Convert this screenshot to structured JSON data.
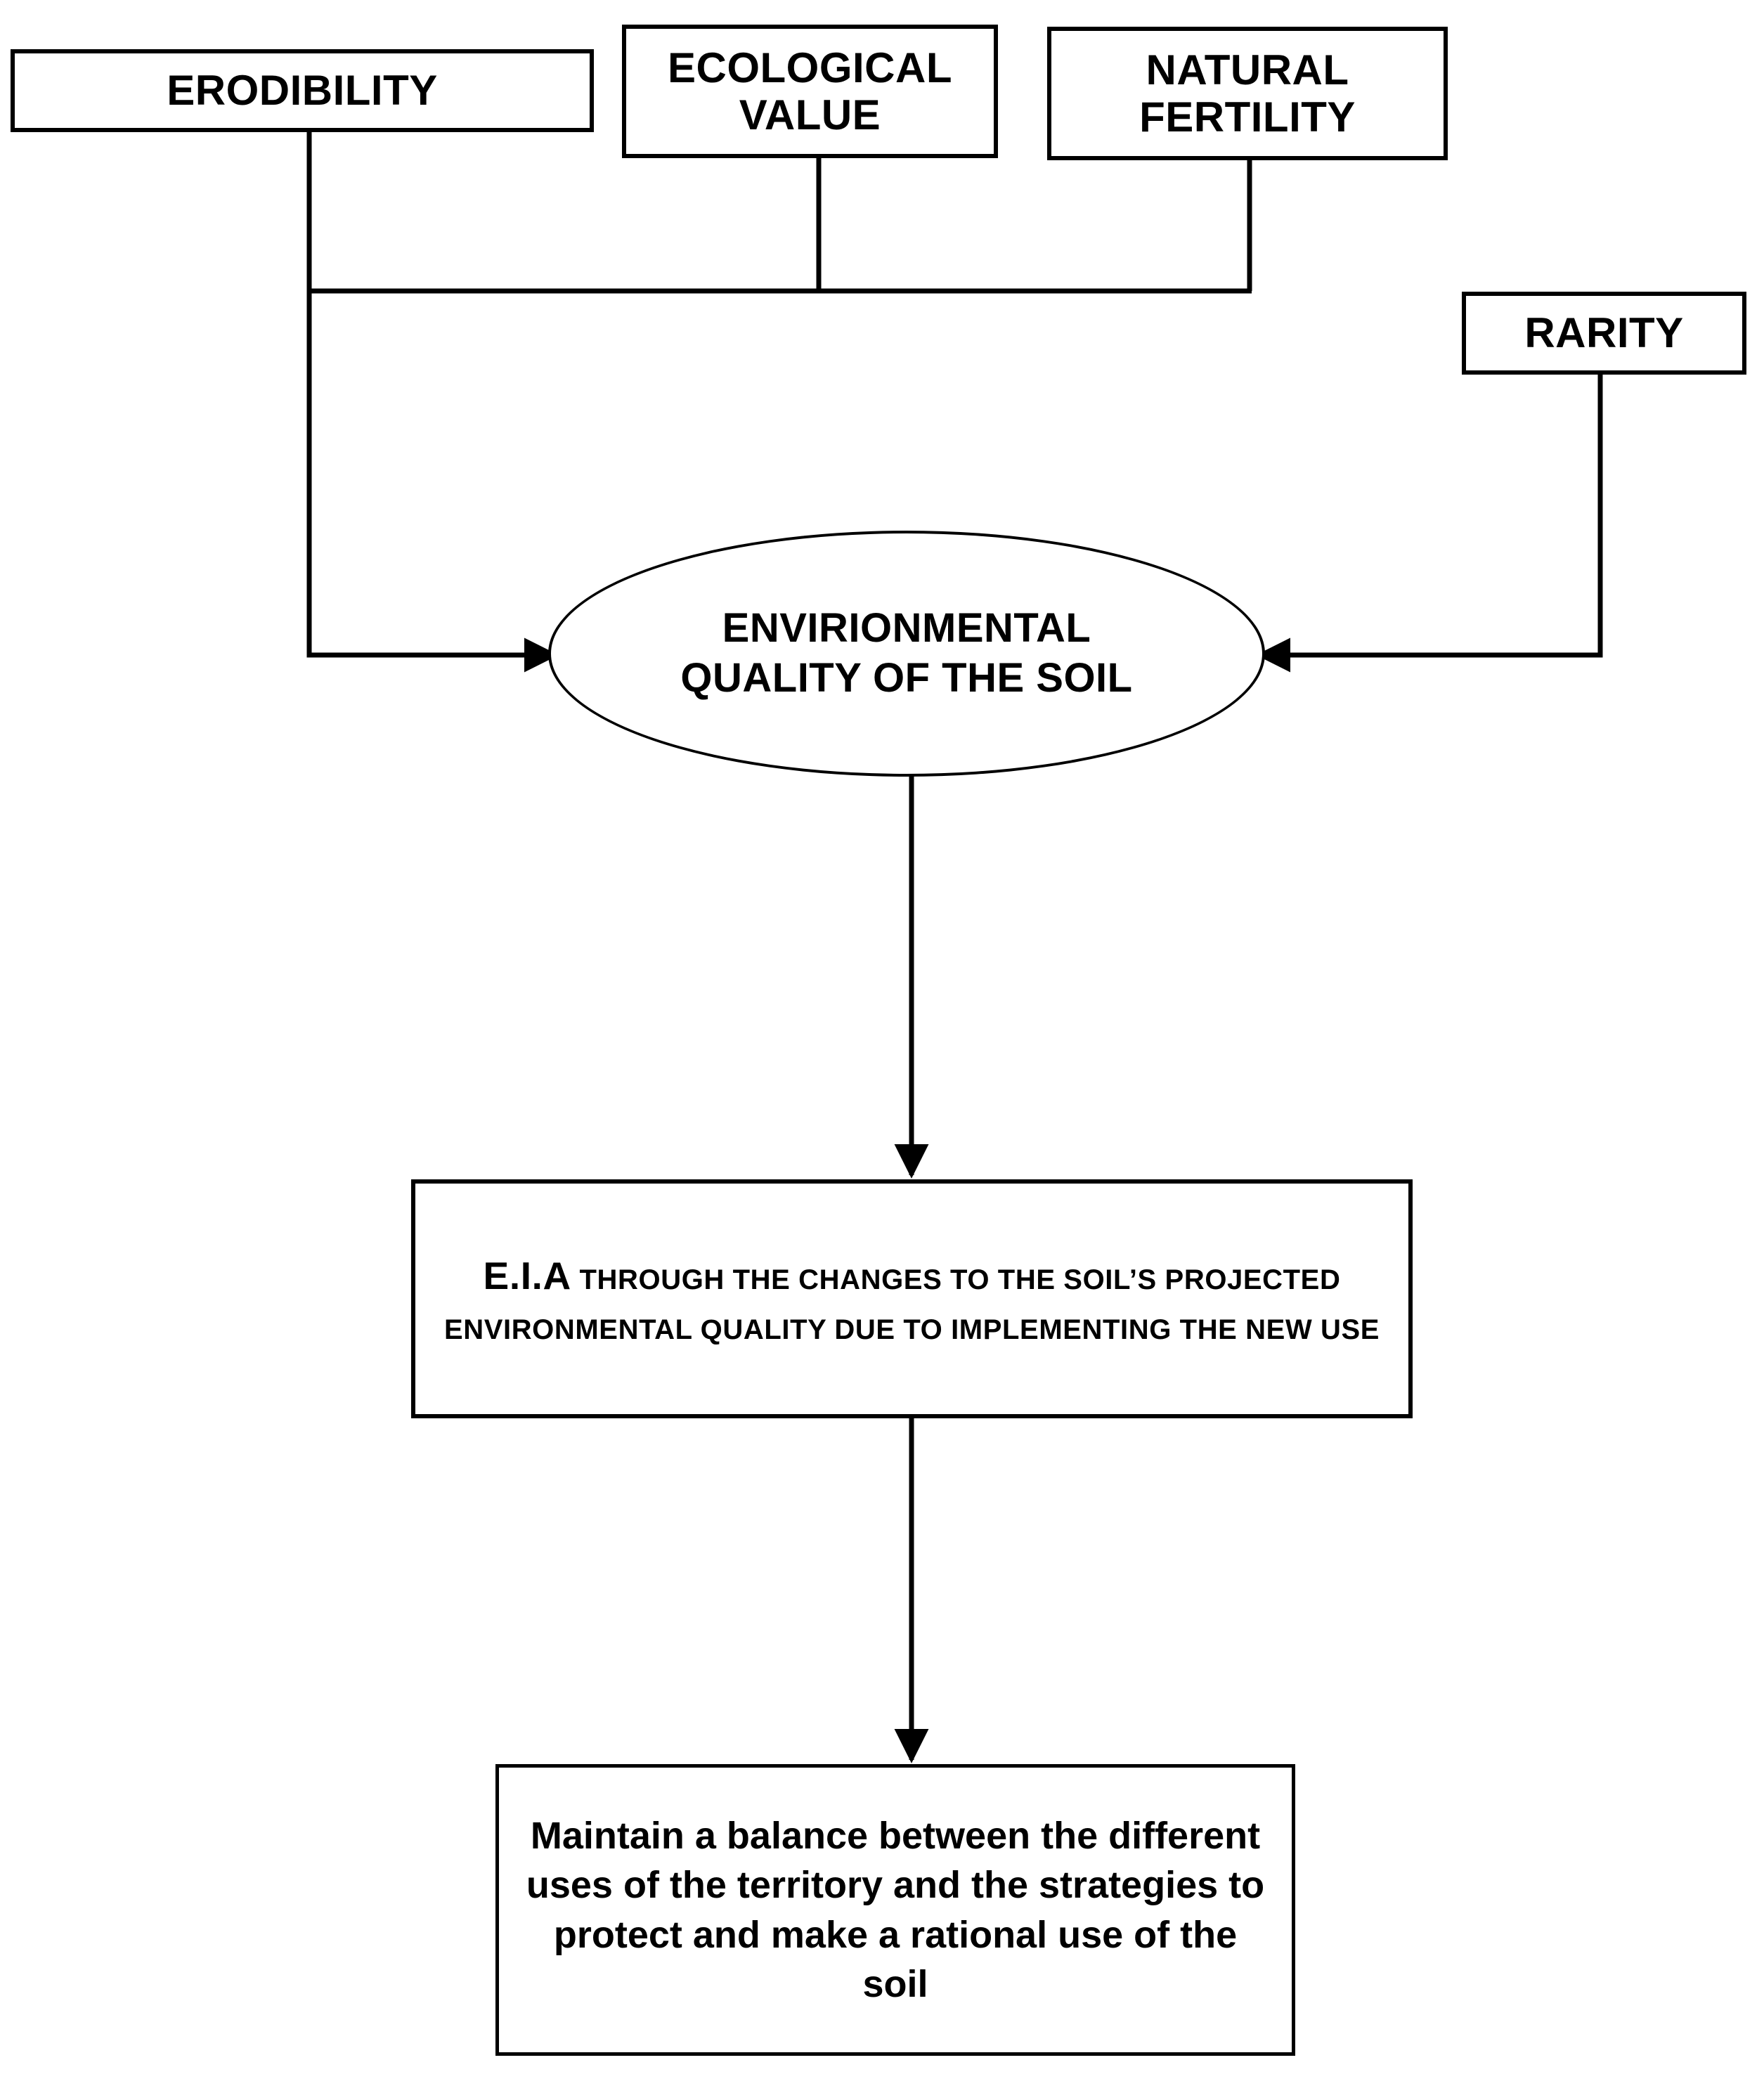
{
  "diagram": {
    "title": "Environmental Quality of the Soil assessment flowchart",
    "line_color": "#000000",
    "background_color": "#ffffff",
    "text_color": "#000000"
  },
  "nodes": {
    "erodibility": {
      "label": "ERODIBILITY",
      "shape": "rectangle"
    },
    "ecological_value": {
      "label": "ECOLOGICAL VALUE",
      "shape": "rectangle"
    },
    "natural_fertility": {
      "label": "NATURAL FERTILITY",
      "shape": "rectangle"
    },
    "rarity": {
      "label": "RARITY",
      "shape": "rectangle"
    },
    "ellipse": {
      "line1": "ENVIRIONMENTAL",
      "line2": "QUALITY OF THE SOIL",
      "shape": "ellipse"
    },
    "eia": {
      "abbr": "E.I.A",
      "rest": " THROUGH THE CHANGES TO THE SOIL’S PROJECTED ENVIRONMENTAL QUALITY DUE TO IMPLEMENTING THE NEW USE",
      "shape": "rectangle"
    },
    "outcome": {
      "label": "Maintain a balance between the different uses of the territory and the strategies to protect and make a rational use of the soil",
      "shape": "rectangle"
    }
  },
  "edges": [
    {
      "from": "erodibility",
      "to": "ellipse",
      "style": "orthogonal",
      "arrow": "end"
    },
    {
      "from": "ecological_value",
      "to": "ellipse",
      "style": "orthogonal",
      "arrow": "end"
    },
    {
      "from": "natural_fertility",
      "to": "ellipse",
      "style": "orthogonal",
      "arrow": "end"
    },
    {
      "from": "rarity",
      "to": "ellipse",
      "style": "orthogonal",
      "arrow": "end"
    },
    {
      "from": "ellipse",
      "to": "eia",
      "style": "straight",
      "arrow": "end"
    },
    {
      "from": "eia",
      "to": "outcome",
      "style": "straight",
      "arrow": "end"
    }
  ]
}
